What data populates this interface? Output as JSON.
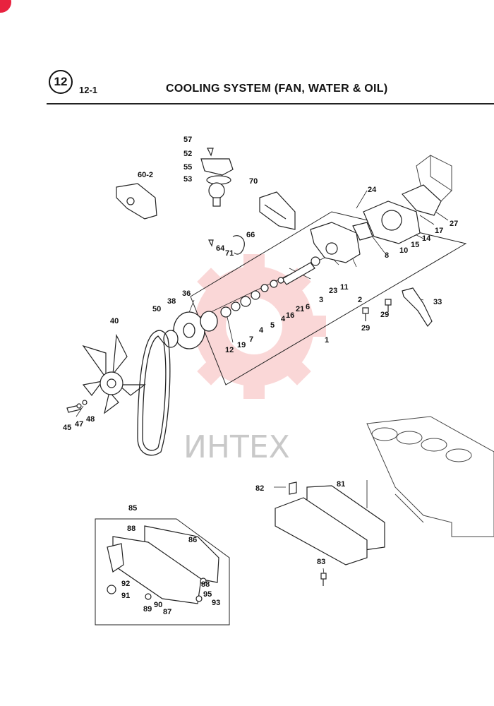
{
  "header": {
    "section_number": "12",
    "sub_number": "12-1",
    "title": "COOLING SYSTEM (FAN, WATER & OIL)"
  },
  "watermark": {
    "text": "ИНТЕХ",
    "color": "#f4a8a8"
  },
  "callouts": [
    "57",
    "52",
    "55",
    "53",
    "60-2",
    "70",
    "24",
    "66",
    "64",
    "71",
    "27",
    "17",
    "14",
    "15",
    "10",
    "8",
    "11",
    "2",
    "23",
    "3",
    "6",
    "21",
    "16",
    "4",
    "5",
    "4",
    "7",
    "19",
    "12",
    "36",
    "38",
    "40",
    "50",
    "33",
    "29",
    "29",
    "1",
    "45",
    "47",
    "48",
    "85",
    "88",
    "86",
    "88",
    "92",
    "91",
    "89",
    "90",
    "87",
    "95",
    "93",
    "82",
    "81",
    "83"
  ]
}
